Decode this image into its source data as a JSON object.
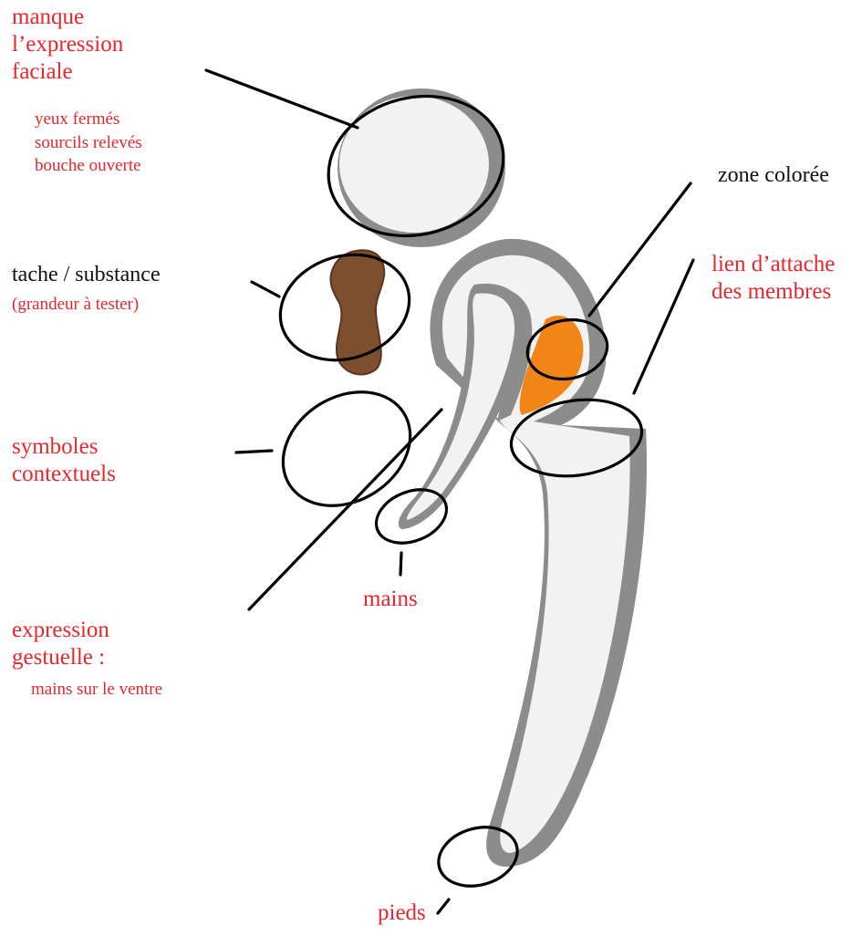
{
  "colors": {
    "annotation_red": "#e8262b",
    "annotation_black": "#111111",
    "body_fill": "#f2f2f2",
    "body_shadow": "#8c8c8c",
    "stain": "#7e4f2f",
    "colored_zone": "#f28518",
    "outline": "#000000"
  },
  "labels": {
    "facial": {
      "title_lines": [
        "manque",
        "l’expression",
        "faciale"
      ],
      "items": [
        "yeux fermés",
        "sourcils relevés",
        "bouche ouverte"
      ]
    },
    "stain": {
      "title": "tache / substance",
      "note": "(grandeur à tester)"
    },
    "symbols": {
      "title_lines": [
        "symboles",
        "contextuels"
      ]
    },
    "gesture": {
      "title_lines": [
        "expression",
        "gestuelle :"
      ],
      "item": "mains sur le ventre"
    },
    "hands": "mains",
    "feet": "pieds",
    "colored_zone": "zone colorée",
    "limb_link": {
      "title_lines": [
        "lien d’attache",
        "des membres"
      ]
    }
  }
}
